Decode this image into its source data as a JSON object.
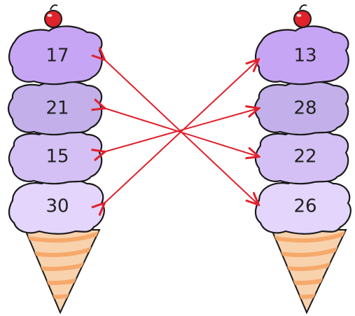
{
  "colors": {
    "scoop_1": "#c7a5f5",
    "scoop_2": "#c3b0ea",
    "scoop_3": "#d5c0f5",
    "scoop_4": "#e3d5fb",
    "outline": "#1a1a1a",
    "cone_base": "#f8d2ad",
    "cone_stripe": "#f6a96b",
    "cherry": "#e0232b",
    "arrow": "#e0202b"
  },
  "left_cone": {
    "scoops": [
      {
        "value": "17"
      },
      {
        "value": "21"
      },
      {
        "value": "15"
      },
      {
        "value": "30"
      }
    ]
  },
  "right_cone": {
    "scoops": [
      {
        "value": "13"
      },
      {
        "value": "28"
      },
      {
        "value": "22"
      },
      {
        "value": "26"
      }
    ]
  },
  "connections": [
    {
      "from": "left-3",
      "to": "right-0"
    },
    {
      "from": "left-2",
      "to": "right-1"
    },
    {
      "from": "left-1",
      "to": "right-2"
    },
    {
      "from": "left-0",
      "to": "right-3"
    }
  ]
}
